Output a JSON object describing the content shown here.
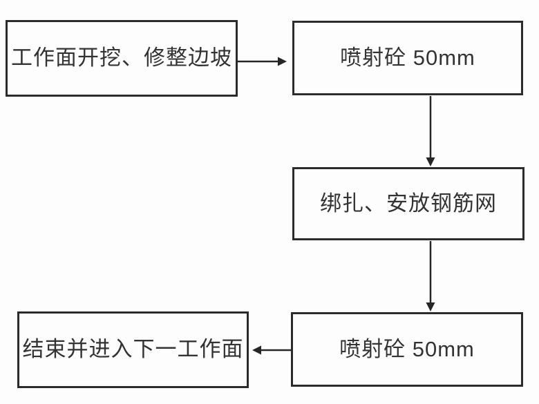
{
  "page": {
    "background": "#fdfdfd"
  },
  "diagram": {
    "type": "flowchart",
    "line_color": "#262626",
    "border_color": "#2b2b2b",
    "text_color": "#333333",
    "box_background": "#fdfdfd",
    "nodes": [
      {
        "id": "excavate-slope",
        "label": "工作面开挖、修整边坡"
      },
      {
        "id": "shotcrete-first",
        "label": "喷射砼 50mm"
      },
      {
        "id": "rebar-mesh",
        "label": "绑扎、安放钢筋网"
      },
      {
        "id": "shotcrete-second",
        "label": "喷射砼 50mm"
      },
      {
        "id": "finish-next-face",
        "label": "结束并进入下一工作面"
      }
    ],
    "edges": [
      {
        "from": "excavate-slope",
        "to": "shotcrete-first",
        "direction": "right"
      },
      {
        "from": "shotcrete-first",
        "to": "rebar-mesh",
        "direction": "down"
      },
      {
        "from": "rebar-mesh",
        "to": "shotcrete-second",
        "direction": "down"
      },
      {
        "from": "shotcrete-second",
        "to": "finish-next-face",
        "direction": "left"
      }
    ]
  }
}
